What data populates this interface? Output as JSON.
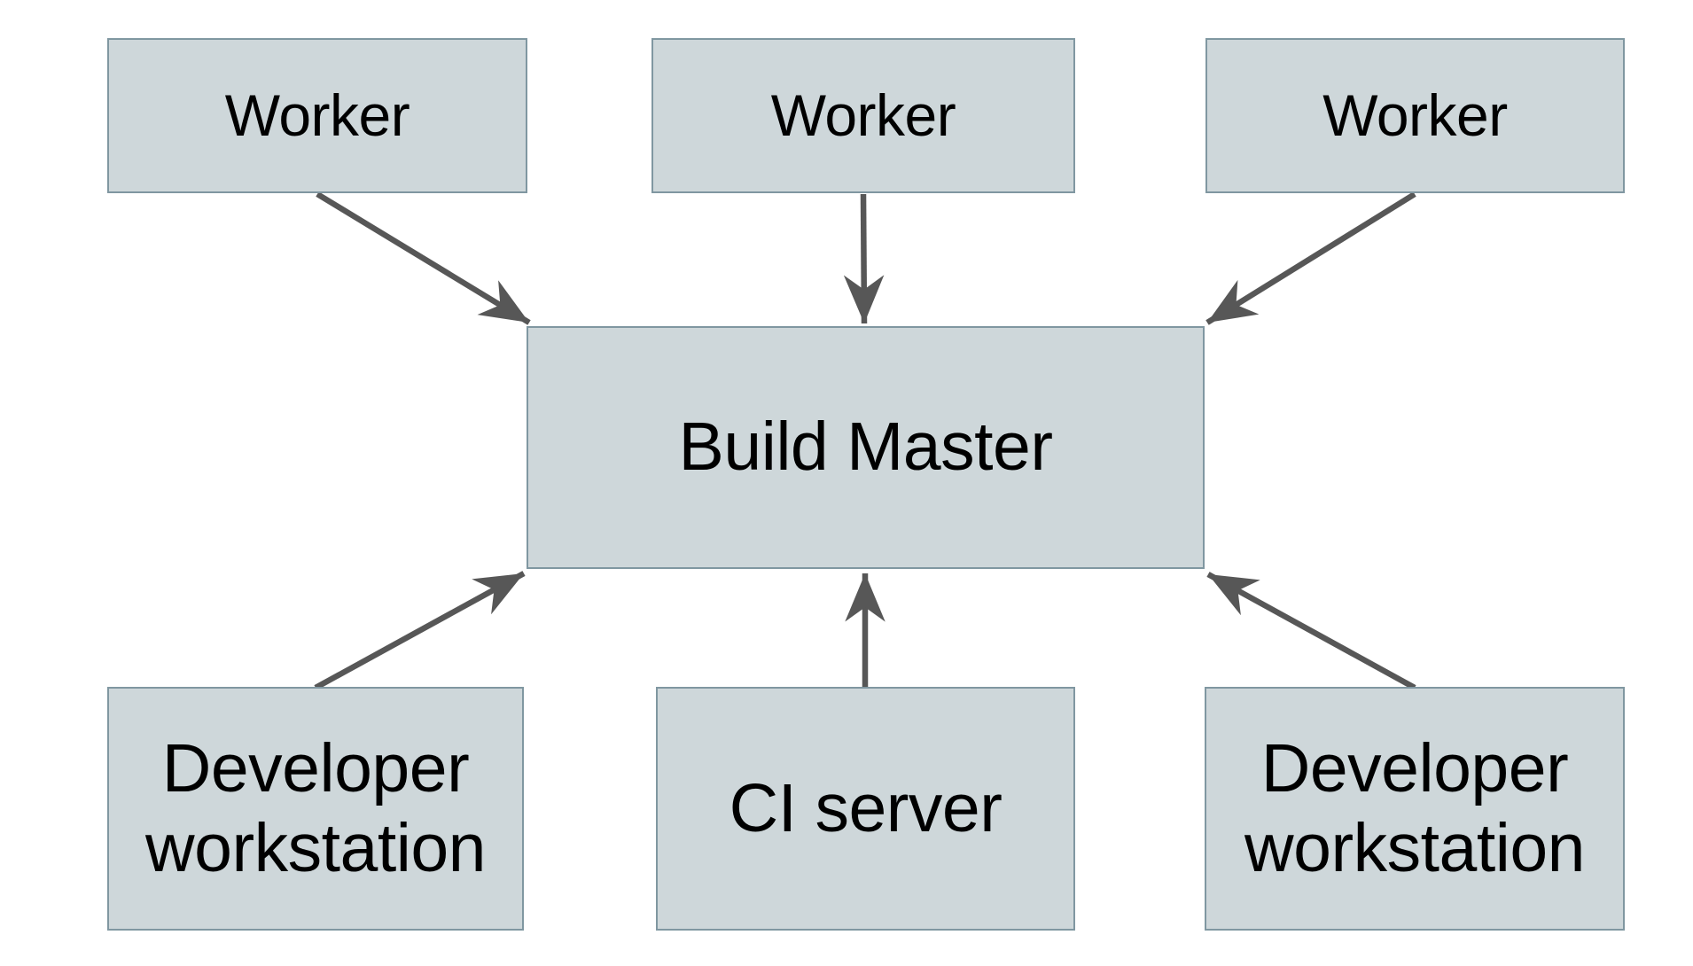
{
  "diagram": {
    "background_color": "#ffffff",
    "node_fill_color": "#ced7da",
    "node_border_color": "#8097a1",
    "arrow_color": "#575757",
    "text_color": "#000000",
    "nodes": [
      {
        "id": "worker-1",
        "label": "Worker"
      },
      {
        "id": "worker-2",
        "label": "Worker"
      },
      {
        "id": "worker-3",
        "label": "Worker"
      },
      {
        "id": "build-master",
        "label": "Build Master"
      },
      {
        "id": "developer-workstation-left",
        "label": "Developer workstation"
      },
      {
        "id": "ci-server",
        "label": "CI server"
      },
      {
        "id": "developer-workstation-right",
        "label": "Developer workstation"
      }
    ],
    "edges": [
      {
        "from": "worker-1",
        "to": "build-master"
      },
      {
        "from": "worker-2",
        "to": "build-master"
      },
      {
        "from": "worker-3",
        "to": "build-master"
      },
      {
        "from": "developer-workstation-left",
        "to": "build-master"
      },
      {
        "from": "ci-server",
        "to": "build-master"
      },
      {
        "from": "developer-workstation-right",
        "to": "build-master"
      }
    ]
  }
}
